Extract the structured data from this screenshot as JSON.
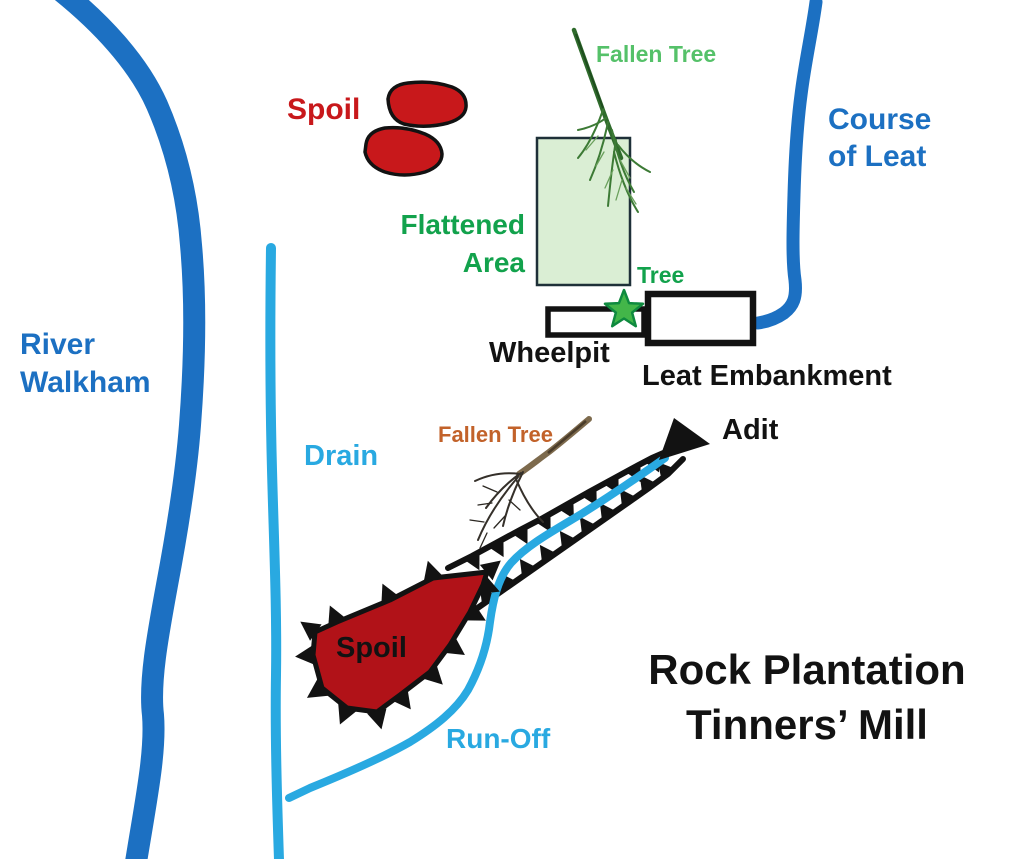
{
  "title": {
    "line1": "Rock Plantation",
    "line2": "Tinners’ Mill"
  },
  "labels": {
    "river": {
      "line1": "River",
      "line2": "Walkham"
    },
    "course_of_leat": {
      "line1": "Course",
      "line2": "of Leat"
    },
    "spoil_top": "Spoil",
    "fallen_tree_top": "Fallen Tree",
    "flattened_area": {
      "line1": "Flattened",
      "line2": "Area"
    },
    "tree": "Tree",
    "wheelpit": "Wheelpit",
    "leat_embankment": "Leat Embankment",
    "adit": "Adit",
    "fallen_tree_bottom": "Fallen Tree",
    "drain": "Drain",
    "spoil_bottom": "Spoil",
    "run_off": "Run-Off"
  },
  "colors": {
    "river_blue": "#1c70c2",
    "light_blue": "#29a9e1",
    "spoil_red": "#c8181b",
    "spoil_red_dark": "#b11218",
    "green_light": "#55c169",
    "green_mid": "#12a24c",
    "area_green_fill": "#daeed4",
    "area_green_border": "#1e3038",
    "orange": "#c2622a",
    "star_green": "#43b649",
    "star_green_dark": "#0f8a3f",
    "ink": "#121212",
    "tree_green_dark": "#2f6b2c",
    "tree_brown": "#7d6a4d"
  }
}
